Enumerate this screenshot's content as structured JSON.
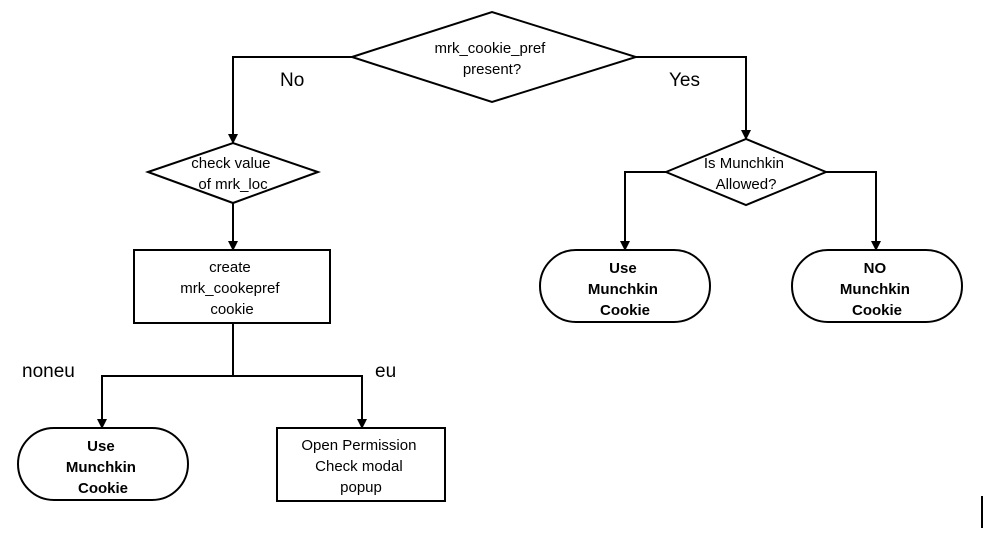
{
  "diagram": {
    "nodes": {
      "cookie_pref_present": {
        "lines": [
          "mrk_cookie_pref",
          "present?"
        ]
      },
      "check_mrk_loc": {
        "lines": [
          "check value",
          "of mrk_loc"
        ]
      },
      "create_cookie": {
        "lines": [
          "create",
          "mrk_cookepref",
          "cookie"
        ]
      },
      "noneu_use_cookie": {
        "lines": [
          "Use",
          "Munchkin",
          "Cookie"
        ]
      },
      "eu_open_modal": {
        "lines": [
          "Open Permission",
          "Check modal",
          "popup"
        ]
      },
      "munchkin_allowed": {
        "lines": [
          "Is Munchkin",
          "Allowed?"
        ]
      },
      "yes_use_cookie": {
        "lines": [
          "Use",
          "Munchkin",
          "Cookie"
        ]
      },
      "no_cookie": {
        "lines": [
          "NO",
          "Munchkin",
          "Cookie"
        ]
      }
    },
    "edge_labels": {
      "no": "No",
      "yes": "Yes",
      "noneu": "noneu",
      "eu": "eu"
    }
  }
}
